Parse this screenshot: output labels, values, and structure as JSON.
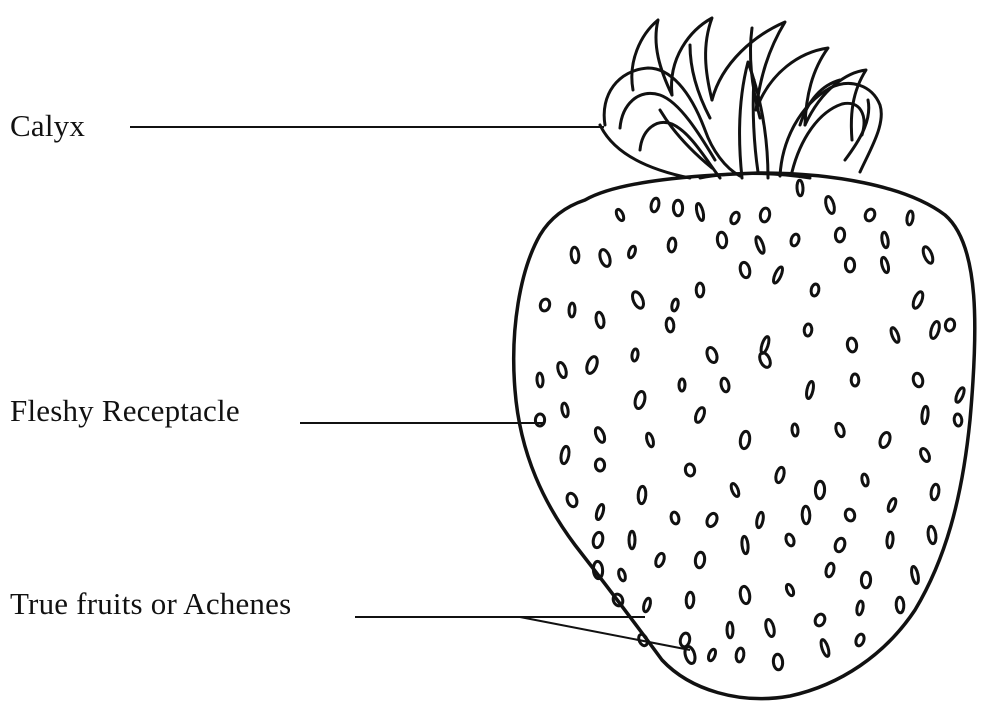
{
  "labels": {
    "calyx": "Calyx",
    "receptacle": "Fleshy Receptacle",
    "achenes": "True fruits or Achenes"
  },
  "colors": {
    "ink": "#111111",
    "paper": "#ffffff"
  }
}
